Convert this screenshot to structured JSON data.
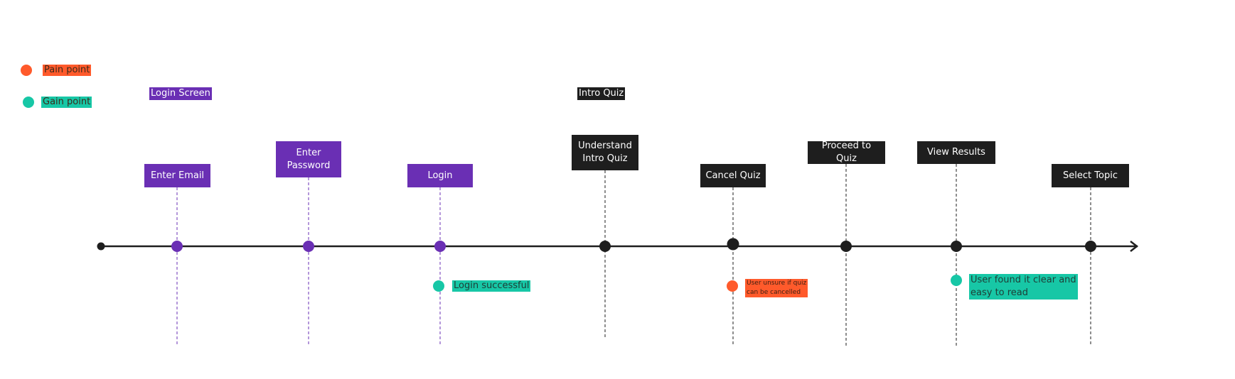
{
  "colors": {
    "purple": "#6a2fb4",
    "dark": "#1e1e1e",
    "pain": "#ff5a2b",
    "gain": "#17c7a6",
    "line": "#1e1e1e"
  },
  "legend": {
    "pain_label": "Pain point",
    "gain_label": "Gain point"
  },
  "sections": {
    "login_screen": "Login Screen",
    "intro_quiz": "Intro Quiz"
  },
  "steps": [
    {
      "label": "Enter Email",
      "theme": "purple"
    },
    {
      "label": "Enter\nPassword",
      "theme": "purple"
    },
    {
      "label": "Login",
      "theme": "purple"
    },
    {
      "label": "Understand\nIntro Quiz",
      "theme": "dark"
    },
    {
      "label": "Cancel Quiz",
      "theme": "dark"
    },
    {
      "label": "Proceed to Quiz",
      "theme": "dark"
    },
    {
      "label": "View Results",
      "theme": "dark"
    },
    {
      "label": "Select Topic",
      "theme": "dark"
    }
  ],
  "notes": {
    "login_successful": "Login successful",
    "quiz_cancel": "User unsure if quiz\ncan be cancelled",
    "results_clear": "User found it clear and\neasy to read"
  }
}
